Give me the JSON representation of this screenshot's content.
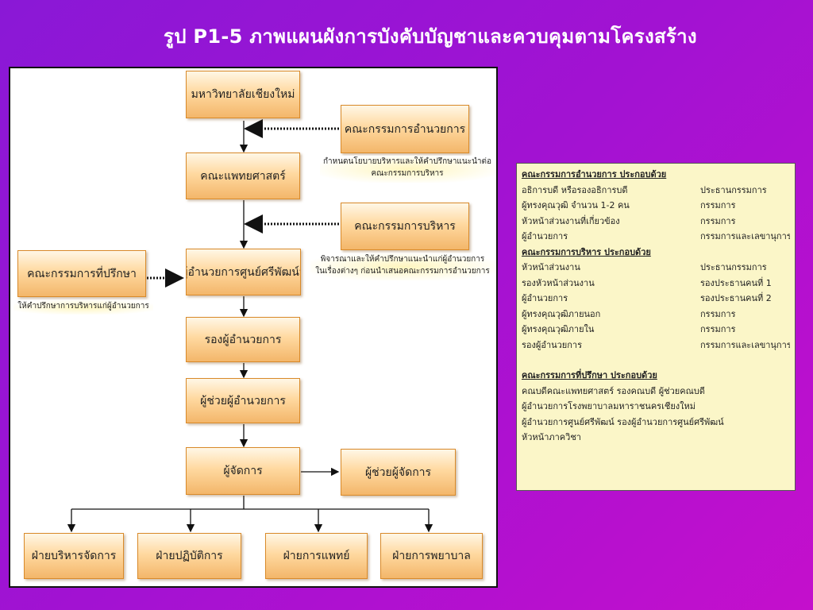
{
  "title": "รูป P1-5 ภาพแผนผังการบังคับบัญชาและควบคุมตามโครงสร้าง",
  "chart": {
    "main_chain": [
      "มหาวิทยาลัยเชียงใหม่",
      "คณะแพทยศาสตร์",
      "ผู้อำนวยการศูนย์ศรีพัฒน์ฯ",
      "รองผู้อำนวยการ",
      "ผู้ช่วยผู้อำนวยการ",
      "ผู้จัดการ"
    ],
    "committees": {
      "admin_committee": "คณะกรรมการอำนวยการ",
      "admin_committee_note": [
        "กำหนดนโยบายบริหารและให้คำปรึกษาแนะนำต่อ",
        "คณะกรรมการบริหาร"
      ],
      "exec_committee": "คณะกรรมการบริหาร",
      "exec_committee_note": [
        "พิจารณาและให้คำปรึกษาแนะนำแก่ผู้อำนวยการ",
        "ในเรื่องต่างๆ ก่อนนำเสนอคณะกรรมการอำนวยการ"
      ],
      "advisory_committee": "คณะกรรมการที่ปรึกษา",
      "advisory_committee_note": "ให้คำปรึกษาการบริหารแก่ผู้อำนวยการ"
    },
    "assistant_manager": "ผู้ช่วยผู้จัดการ",
    "departments": [
      "ฝ่ายบริหารจัดการ",
      "ฝ่ายปฏิบัติการ",
      "ฝ่ายการแพทย์",
      "ฝ่ายการพยาบาล"
    ]
  },
  "info": {
    "admin_heading": "คณะกรรมการอำนวยการ ประกอบด้วย",
    "admin_rows": [
      {
        "who": "อธิการบดี หรือรองอธิการบดี",
        "role": "ประธานกรรมการ"
      },
      {
        "who": "ผู้ทรงคุณวุฒิ จำนวน 1-2 คน",
        "role": "กรรมการ"
      },
      {
        "who": "หัวหน้าส่วนงานที่เกี่ยวข้อง",
        "role": "กรรมการ"
      },
      {
        "who": "ผู้อำนวยการ",
        "role": "กรรมการและเลขานุการ"
      }
    ],
    "exec_heading": "คณะกรรมการบริหาร ประกอบด้วย",
    "exec_rows": [
      {
        "who": "หัวหน้าส่วนงาน",
        "role": "ประธานกรรมการ"
      },
      {
        "who": "รองหัวหน้าส่วนงาน",
        "role": "รองประธานคนที่ 1"
      },
      {
        "who": "ผู้อำนวยการ",
        "role": "รองประธานคนที่ 2"
      },
      {
        "who": "ผู้ทรงคุณวุฒิภายนอก",
        "role": "กรรมการ"
      },
      {
        "who": "ผู้ทรงคุณวุฒิภายใน",
        "role": "กรรมการ"
      },
      {
        "who": "รองผู้อำนวยการ",
        "role": "กรรมการและเลขานุการ"
      }
    ],
    "advisory_heading": "คณะกรรมการที่ปรึกษา ประกอบด้วย",
    "advisory_lines": [
      "คณบดีคณะแพทยศาสตร์ รองคณบดี ผู้ช่วยคณบดี",
      "ผู้อำนวยการโรงพยาบาลมหาราชนครเชียงใหม่",
      "ผู้อำนวยการศูนย์ศรีพัฒน์ รองผู้อำนวยการศูนย์ศรีพัฒน์",
      "หัวหน้าภาควิชา"
    ]
  }
}
